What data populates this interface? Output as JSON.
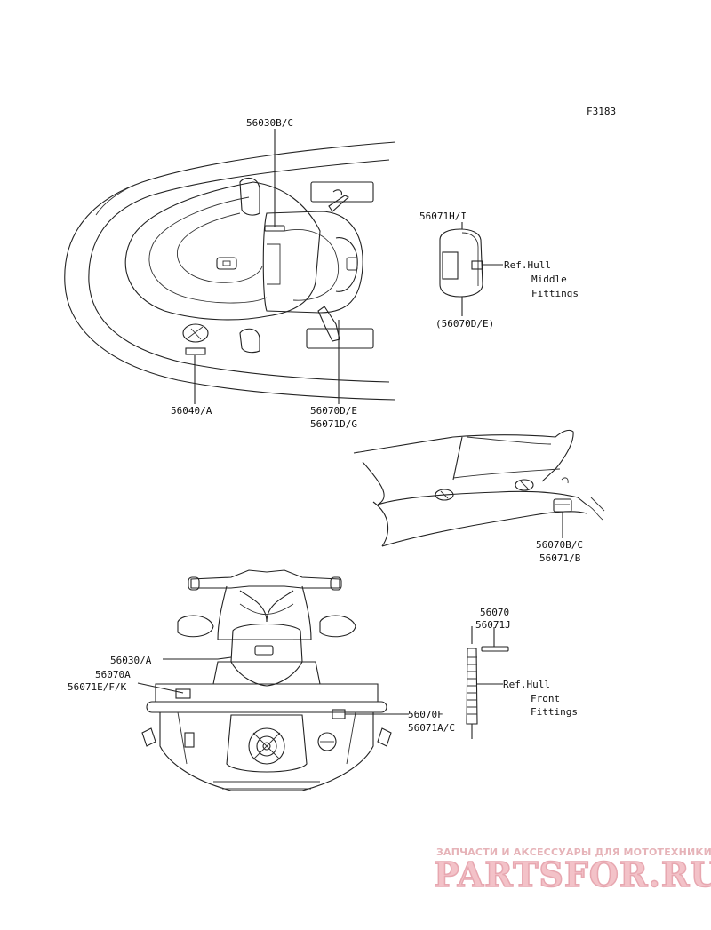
{
  "figure_code": "F3183",
  "callouts": {
    "top_left_marker": "56030B/C",
    "top_left_bottom_left": "56040/A",
    "top_left_bottom_right_1": "56070D/E",
    "top_left_bottom_right_2": "56071D/G",
    "inset_top_label": "56071H/I",
    "inset_ref_1": "Ref.Hull",
    "inset_ref_2": "Middle",
    "inset_ref_3": "Fittings",
    "inset_bottom_label": "(56070D/E)",
    "seat_label_1": "56070B/C",
    "seat_label_2": "56071/B",
    "rear_left_1": "56030/A",
    "rear_left_2": "56070A",
    "rear_left_3": "56071E/F/K",
    "rear_right_1": "56070F",
    "rear_right_2": "56071A/C",
    "front_top_1": "56070",
    "front_top_2": "56071J",
    "front_ref_1": "Ref.Hull",
    "front_ref_2": "Front",
    "front_ref_3": "Fittings"
  },
  "watermark": {
    "tagline": "ЗАПЧАСТИ И АКСЕССУАРЫ ДЛЯ МОТОТЕХНИКИ",
    "logo": "PARTSFOR.RU"
  },
  "colors": {
    "line": "#222222",
    "watermark": "#f3c2c8"
  }
}
